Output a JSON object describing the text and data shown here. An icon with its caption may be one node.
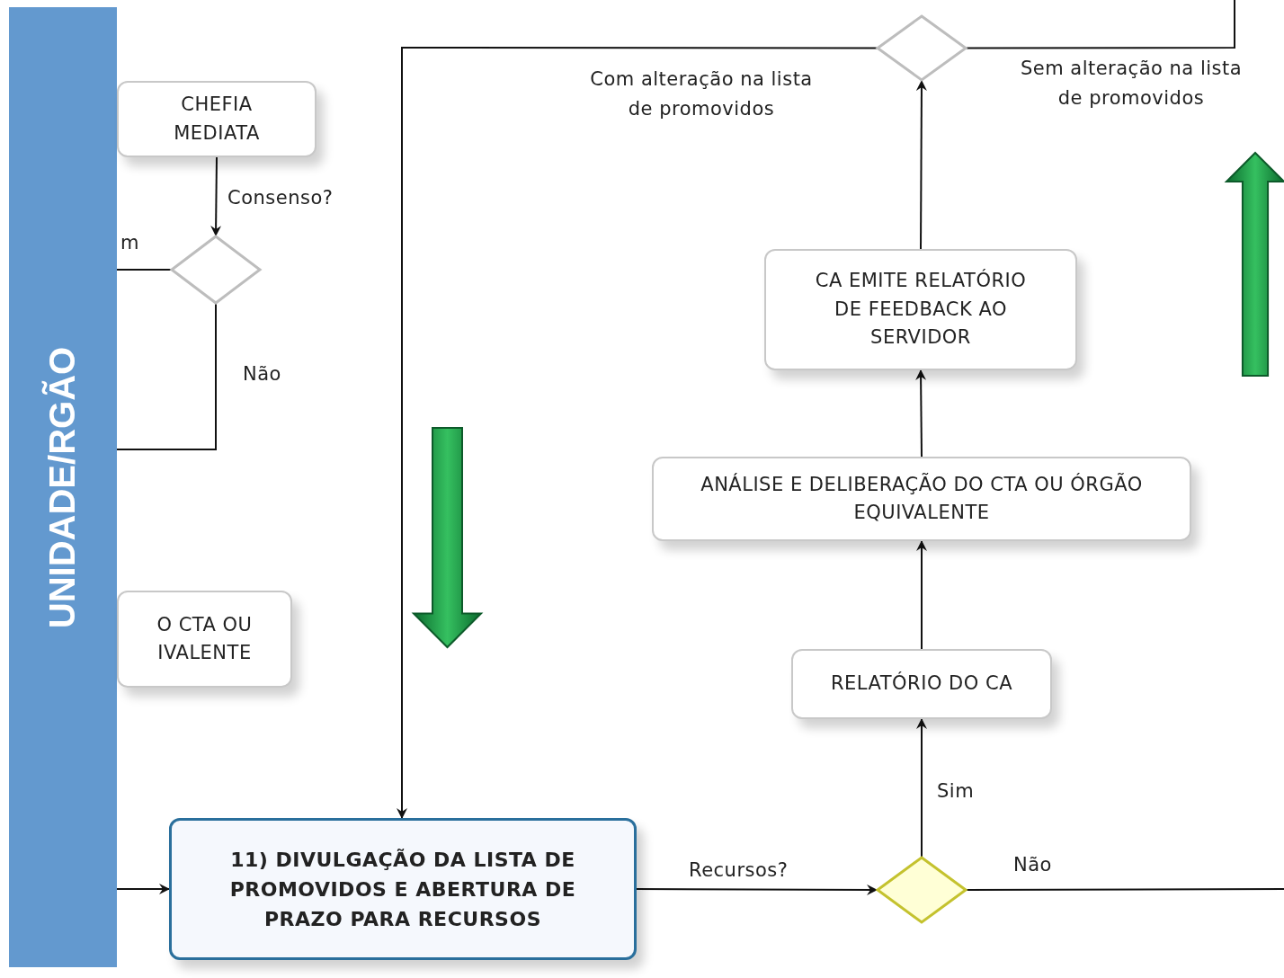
{
  "diagram": {
    "nodes": [
      {
        "text": [
          "UNIDADE/RGÃO"
        ]
      },
      {
        "text": [
          "CHEFIA MEDIATA"
        ]
      },
      {
        "text": [],
        "shape": "diamond"
      },
      {
        "text": [
          "O CTA OU IVALENTE"
        ]
      },
      {
        "text": [
          "11) DIVULGAÇÃO DA LISTA DE PROMOVIDOS E ABERTURA DE PRAZO PARA RECURSOS"
        ]
      },
      {
        "text": [],
        "shape": "diamond"
      },
      {
        "text": [
          "RELATÓRIO DO CA"
        ]
      },
      {
        "text": [
          "ANÁLISE E DELIBERAÇÃO DO CTA OU ÓRGÃO EQUIVALENTE"
        ]
      },
      {
        "text": [
          "CA EMITE RELATÓRIO DE FEEDBACK AO SERVIDOR"
        ]
      },
      {
        "text": [],
        "shape": "diamond"
      }
    ],
    "edges": [
      {
        "from": 1,
        "to": 2,
        "arrow": "to",
        "label": "Consenso?"
      },
      {
        "from": 2,
        "to": 0,
        "arrow": "none",
        "label": "m"
      },
      {
        "from": 2,
        "to": 0,
        "arrow": "none",
        "label": "Não"
      },
      {
        "from": 0,
        "to": 4,
        "arrow": "to"
      },
      {
        "from": 4,
        "to": 5,
        "arrow": "to",
        "label": "Recursos?"
      },
      {
        "from": 5,
        "to": 6,
        "arrow": "to",
        "label": "Sim"
      },
      {
        "from": 5,
        "to": null,
        "arrow": "none",
        "label": "Não"
      },
      {
        "from": 6,
        "to": 7,
        "arrow": "to"
      },
      {
        "from": 7,
        "to": 8,
        "arrow": "to"
      },
      {
        "from": 8,
        "to": 9,
        "arrow": "to"
      },
      {
        "from": 9,
        "to": 4,
        "arrow": "to",
        "label": "Com alteração na lista de promovidos"
      },
      {
        "from": 9,
        "to": null,
        "arrow": "none",
        "label": "Sem alteração na lista de promovidos"
      }
    ]
  }
}
